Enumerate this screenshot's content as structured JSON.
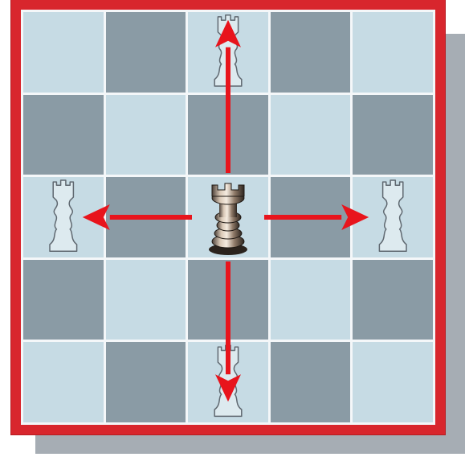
{
  "board": {
    "size": 5,
    "light_color": "#c6dbe4",
    "dark_color": "#8a9ba5",
    "frame_color": "#d8262d",
    "shadow_color": "#a6adb4"
  },
  "pieces": [
    {
      "name": "rook-solid-center",
      "type": "rook",
      "style": "solid",
      "square": "c3",
      "row": 2,
      "col": 2
    },
    {
      "name": "rook-ghost-top",
      "type": "rook",
      "style": "outline",
      "square": "c5",
      "row": 0,
      "col": 2
    },
    {
      "name": "rook-ghost-left",
      "type": "rook",
      "style": "outline",
      "square": "a3",
      "row": 2,
      "col": 0
    },
    {
      "name": "rook-ghost-right",
      "type": "rook",
      "style": "outline",
      "square": "e3",
      "row": 2,
      "col": 4
    },
    {
      "name": "rook-ghost-bottom",
      "type": "rook",
      "style": "outline",
      "square": "c1",
      "row": 4,
      "col": 2
    }
  ],
  "arrows": [
    {
      "name": "arrow-up",
      "direction": "up",
      "color": "#e8141c"
    },
    {
      "name": "arrow-down",
      "direction": "down",
      "color": "#e8141c"
    },
    {
      "name": "arrow-left",
      "direction": "left",
      "color": "#e8141c"
    },
    {
      "name": "arrow-right",
      "direction": "right",
      "color": "#e8141c"
    }
  ]
}
